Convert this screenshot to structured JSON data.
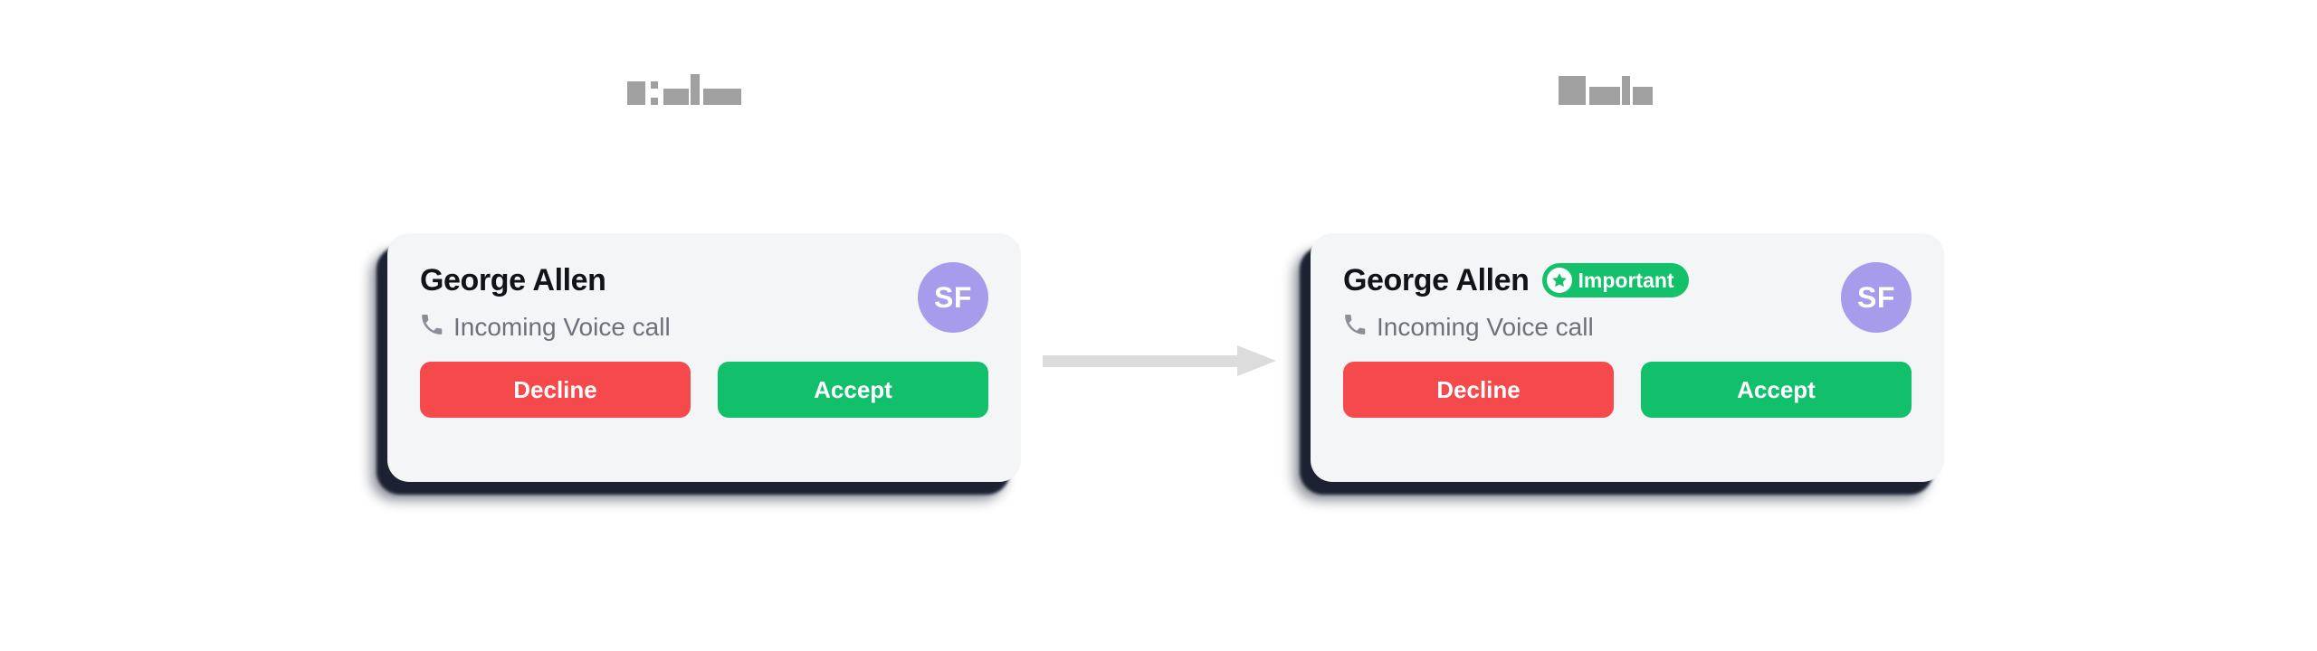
{
  "page": {
    "background_color": "#ffffff",
    "layout": "before-after comparison of a call notification card",
    "arrow": {
      "icon": "arrow-right-icon",
      "color": "#dcdcdc",
      "direction": "right"
    }
  },
  "captions": {
    "left": {
      "label": "",
      "redacted": true,
      "color": "#a0a0a0"
    },
    "right": {
      "label": "",
      "redacted": true,
      "color": "#a0a0a0"
    }
  },
  "cards": [
    {
      "id": "default",
      "caller_name": "George Allen",
      "subtitle": "Incoming Voice call",
      "subtitle_icon": "phone-icon",
      "avatar": {
        "initials": "SF",
        "color": "#a79bec",
        "text_color": "#ffffff"
      },
      "badge": null,
      "buttons": [
        {
          "label": "Decline",
          "color": "#f5494c",
          "role": "decline"
        },
        {
          "label": "Accept",
          "color": "#12c06c",
          "role": "accept"
        }
      ],
      "surface_color": "#f4f5f7",
      "shadow_color": "#1d2233"
    },
    {
      "id": "with-badge",
      "caller_name": "George Allen",
      "subtitle": "Incoming Voice call",
      "subtitle_icon": "phone-icon",
      "avatar": {
        "initials": "SF",
        "color": "#a79bec",
        "text_color": "#ffffff"
      },
      "badge": {
        "label": "Important",
        "icon": "star-icon",
        "background_color": "#13c16b",
        "text_color": "#ffffff",
        "icon_circle_color": "#ffffff"
      },
      "buttons": [
        {
          "label": "Decline",
          "color": "#f5494c",
          "role": "decline"
        },
        {
          "label": "Accept",
          "color": "#12c06c",
          "role": "accept"
        }
      ],
      "surface_color": "#f4f5f7",
      "shadow_color": "#1d2233"
    }
  ]
}
